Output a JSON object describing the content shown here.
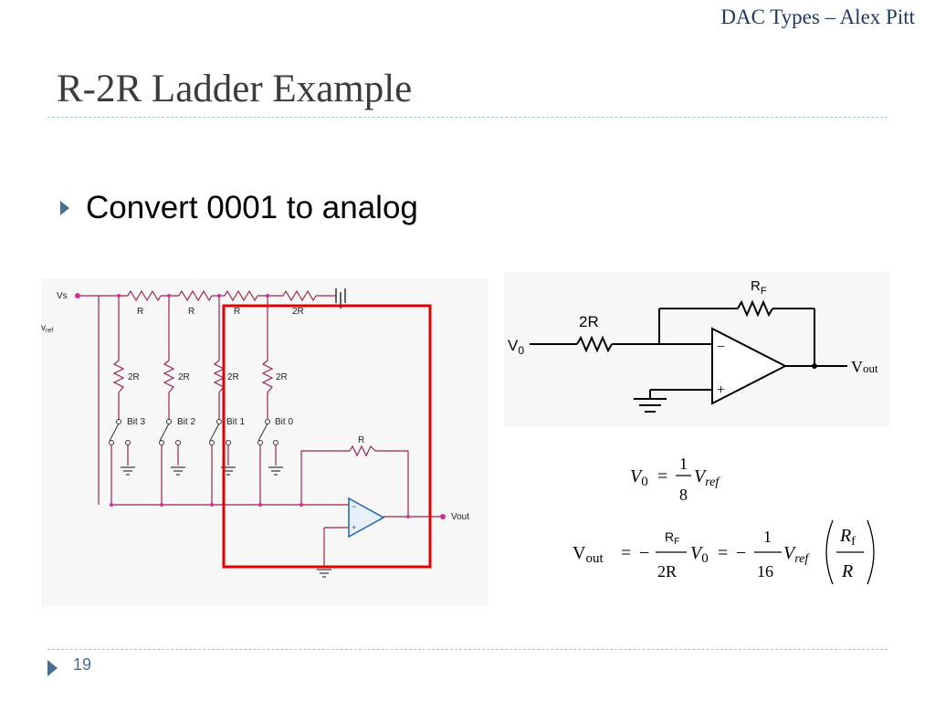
{
  "header": {
    "text": "DAC Types – Alex Pitt"
  },
  "title": "R-2R Ladder Example",
  "bullet": {
    "text": "Convert 0001 to analog"
  },
  "footer": {
    "page_number": "19"
  },
  "ladder_circuit": {
    "source_label": "Vs",
    "vref_label": "v",
    "vref_sub": "ref",
    "series_resistors": [
      "R",
      "R",
      "R",
      "2R"
    ],
    "leg_resistors": [
      "2R",
      "2R",
      "2R",
      "2R"
    ],
    "bit_labels": [
      "Bit 3",
      "Bit 2",
      "Bit 1",
      "Bit 0"
    ],
    "feedback_resistor": "R",
    "output_label": "Vout",
    "opamp_minus": "−",
    "opamp_plus": "+"
  },
  "opamp_circuit": {
    "feedback_label": "R",
    "feedback_sub": "F",
    "input_resistor": "2R",
    "input_label": "V",
    "input_sub": "0",
    "output_label": "V",
    "output_sub": "out",
    "minus": "−",
    "plus": "+"
  },
  "equations": {
    "eq1": {
      "lhs": "V",
      "lhs_sub": "0",
      "equals": "=",
      "num": "1",
      "den": "8",
      "rhs": "V",
      "rhs_sub": "ref"
    },
    "eq2": {
      "lhs": "V",
      "lhs_sub": "out",
      "equals": "=",
      "minus": "−",
      "frac1_num": "R",
      "frac1_num_sub": "F",
      "frac1_den": "2R",
      "v0": "V",
      "v0_sub": "0",
      "frac2_num": "1",
      "frac2_den": "16",
      "vref": "V",
      "vref_sub": "ref",
      "frac3_num": "R",
      "frac3_num_sub": "f",
      "frac3_den": "R"
    }
  }
}
